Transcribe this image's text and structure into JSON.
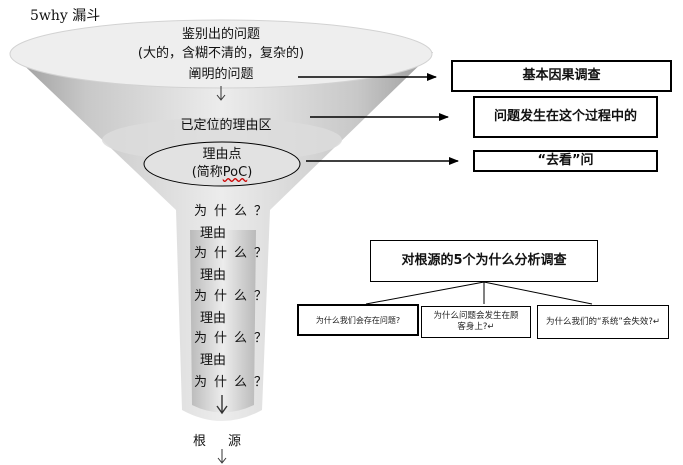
{
  "title": "5why 漏斗",
  "funnel": {
    "top_line1": "鉴别出的问题",
    "top_line2": "(大的，含糊不清的，复杂的)",
    "top_line3": "阐明的问题",
    "mid_label": "已定位的理由区",
    "poc_line1": "理由点",
    "poc_line2_prefix": "(简称",
    "poc_line2_abbr": "PoC",
    "poc_line2_suffix": ")",
    "chain": [
      {
        "why": "为什么？",
        "reason": "理由"
      },
      {
        "why": "为什么？",
        "reason": "理由"
      },
      {
        "why": "为什么？",
        "reason": "理由"
      },
      {
        "why": "为什么？",
        "reason": "理由"
      },
      {
        "why": "为什么？",
        "reason": ""
      }
    ],
    "root_label": "根源"
  },
  "boxes": {
    "basic_cause": "基本因果调查",
    "process": "问题发生在这个过程中的",
    "go_see": "“去看”问"
  },
  "analysis": {
    "title": "对根源的5个为什么分析调查",
    "items": [
      "为什么我们会存在问题?",
      "为什么问题会发生在顾客身上?↵",
      "为什么我们的“系统”会失效?↵"
    ]
  },
  "colors": {
    "funnel_light": "#e6e6e6",
    "funnel_dark": "#b3b3b3",
    "ellipse": "#dddddd",
    "line": "#000000"
  }
}
